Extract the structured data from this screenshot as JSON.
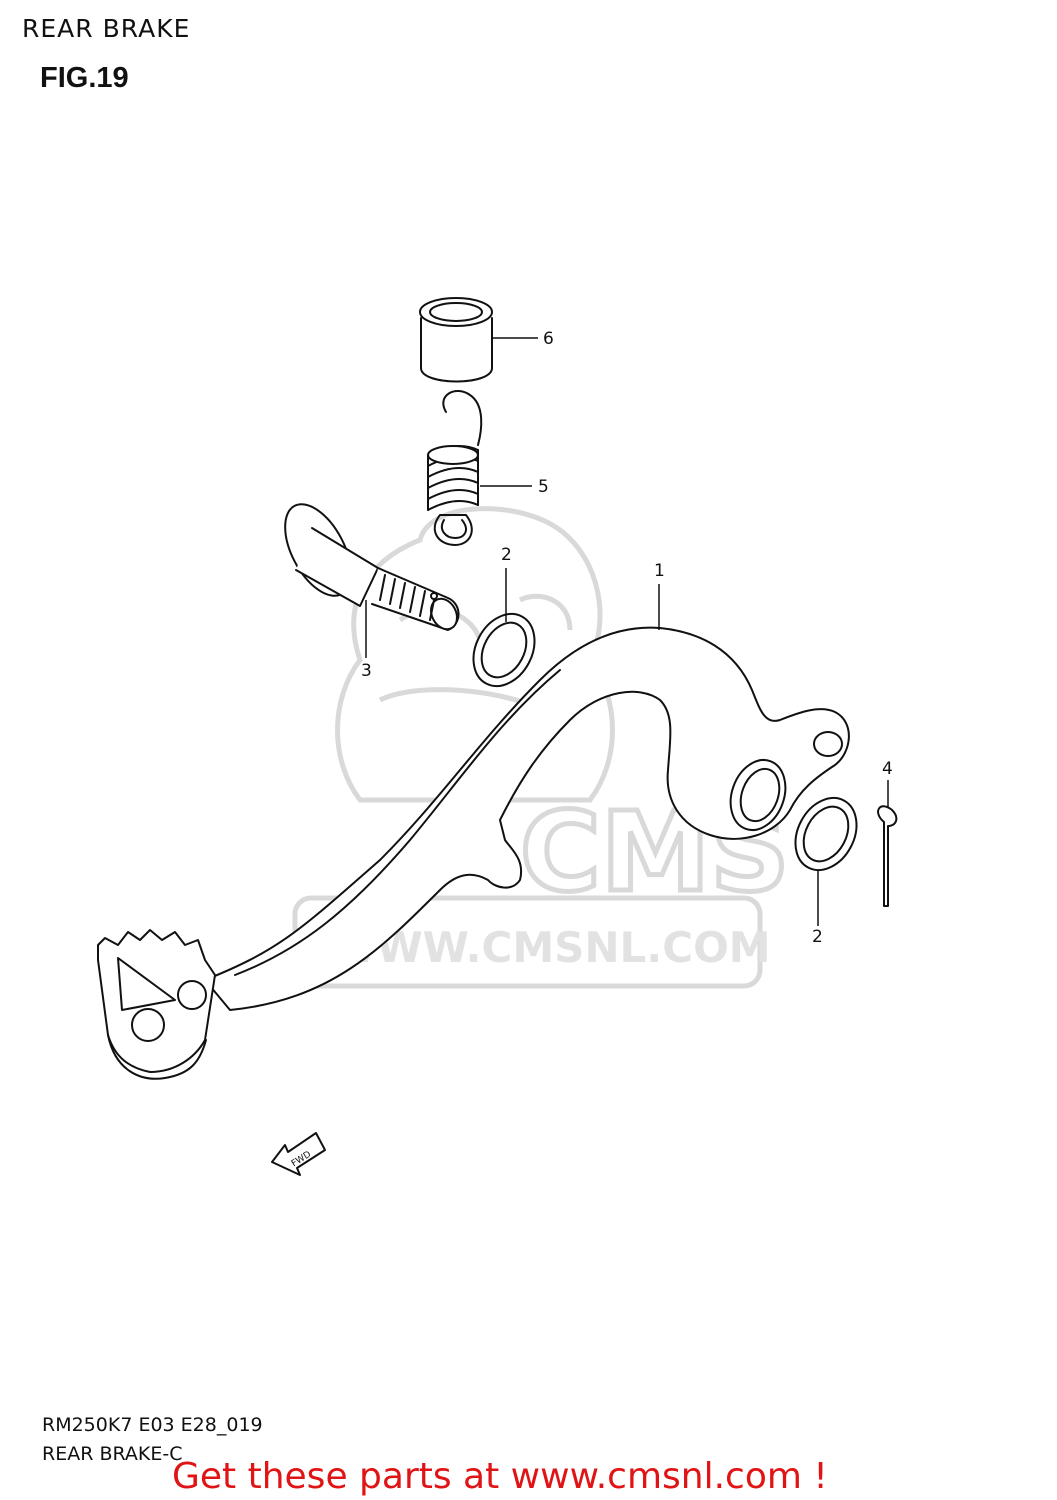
{
  "header": {
    "title": "REAR BRAKE",
    "figure": "FIG.19"
  },
  "watermark": {
    "brand": "CMS",
    "url": "WWW.CMSNL.COM"
  },
  "callouts": [
    {
      "number": "6"
    },
    {
      "number": "5"
    },
    {
      "number": "2"
    },
    {
      "number": "1"
    },
    {
      "number": "3"
    },
    {
      "number": "4"
    },
    {
      "number": "2"
    }
  ],
  "direction_arrow": {
    "label": "FWD"
  },
  "footer": {
    "code": "RM250K7 E03 E28_019",
    "section": "REAR BRAKE-C",
    "promo": "Get these parts at www.cmsnl.com !"
  },
  "colors": {
    "line": "#111111",
    "watermark": "#d9d9d9",
    "promo": "#e01414"
  }
}
